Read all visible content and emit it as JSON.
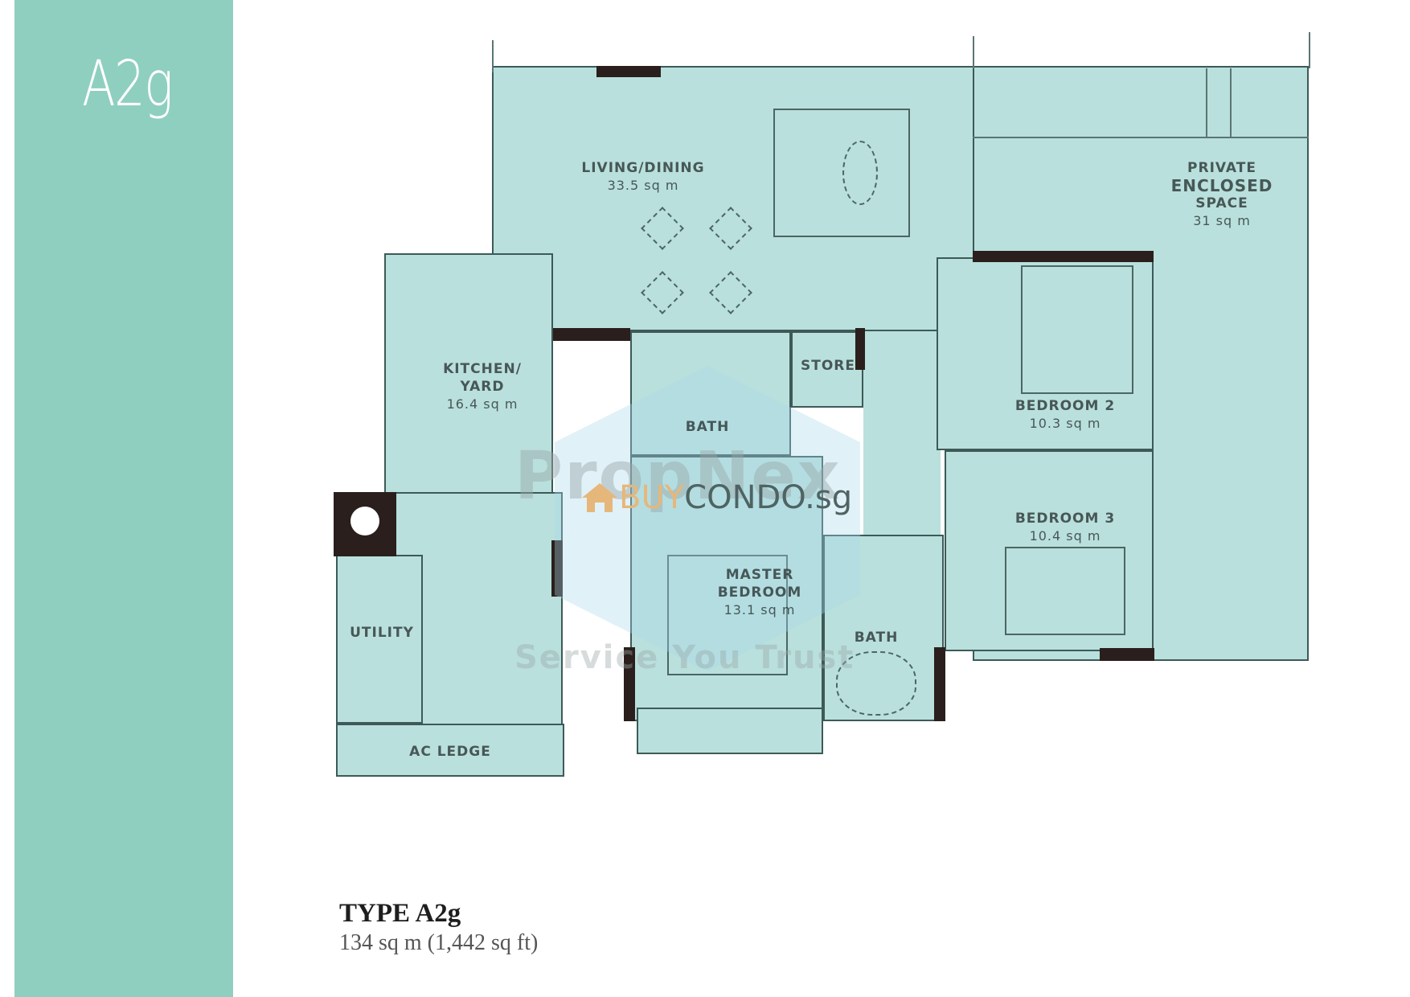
{
  "sidebar": {
    "title": "A2g",
    "color": "#8fcfc0"
  },
  "plan": {
    "fill_color": "#b9e0dc",
    "rooms": [
      {
        "name": "LIVING/DINING",
        "area": "33.5 sq m"
      },
      {
        "name": "PRIVATE ENCLOSED SPACE",
        "line1": "PRIVATE",
        "line2": "ENCLOSED",
        "line3": "SPACE",
        "area": "31 sq m"
      },
      {
        "name": "KITCHEN/YARD",
        "line1": "KITCHEN/",
        "line2": "YARD",
        "area": "16.4 sq m"
      },
      {
        "name": "STORE"
      },
      {
        "name": "BATH"
      },
      {
        "name": "BEDROOM 2",
        "area": "10.3 sq m"
      },
      {
        "name": "BEDROOM 3",
        "area": "10.4 sq m"
      },
      {
        "name": "MASTER BEDROOM",
        "line1": "MASTER",
        "line2": "BEDROOM",
        "area": "13.1 sq m"
      },
      {
        "name": "BATH"
      },
      {
        "name": "UTILITY"
      },
      {
        "name": "AC LEDGE"
      }
    ]
  },
  "watermark": {
    "brand": "PropNex",
    "site_buy": "BUY",
    "site_rest": "CONDO.sg",
    "tagline": "Service You Trust"
  },
  "caption": {
    "title": "TYPE A2g",
    "size": "134 sq m (1,442 sq ft)"
  }
}
